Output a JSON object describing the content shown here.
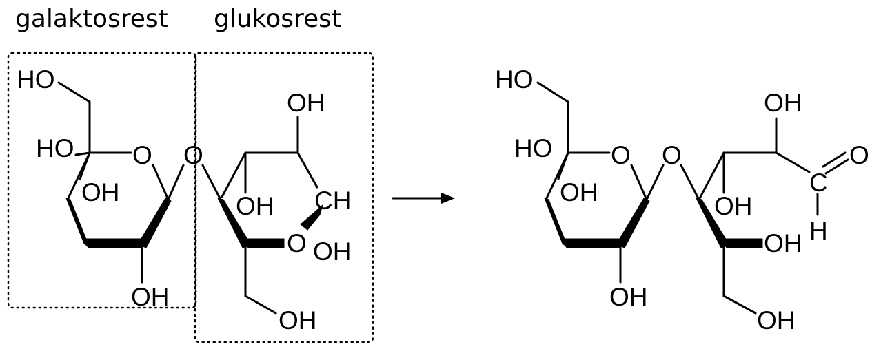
{
  "captions": {
    "galactose_residue": "galaktosrest",
    "glucose_residue": "glukosrest"
  },
  "atom_labels": {
    "HO": "HO",
    "OH": "OH",
    "O": "O",
    "CH": "CH",
    "C": "C",
    "H": "H"
  },
  "reaction_arrow": "→",
  "colors": {
    "ink": "#000000",
    "background": "#ffffff"
  }
}
